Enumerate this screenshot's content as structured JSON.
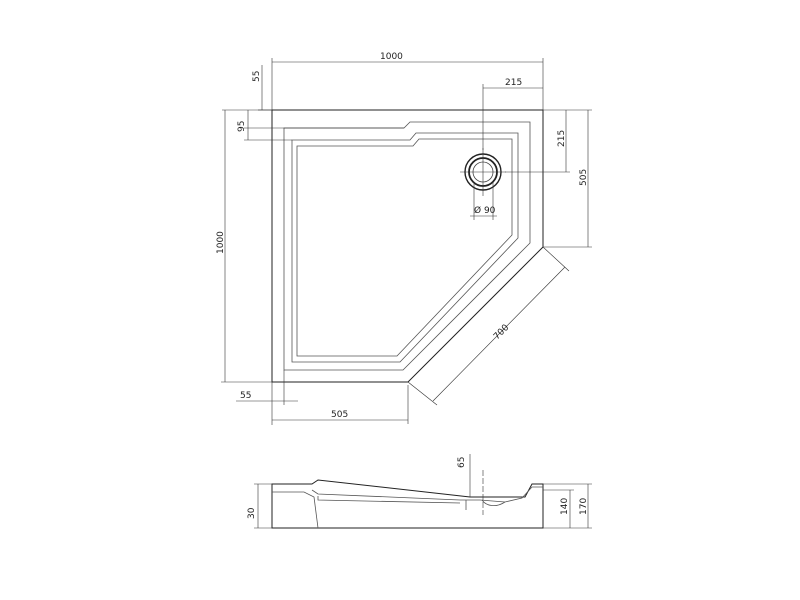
{
  "plan_view": {
    "dimensions": {
      "overall_width": "1000",
      "left_margin_top": "55",
      "drain_offset_x": "215",
      "inner_step": "95",
      "drain_offset_y": "215",
      "right_side": "505",
      "overall_height": "1000",
      "diagonal": "700",
      "left_margin_bottom": "55",
      "bottom_side": "505",
      "drain_diameter": "Ø 90"
    }
  },
  "section_view": {
    "dimensions": {
      "depth_65": "65",
      "rim_30": "30",
      "height_140": "140",
      "height_170": "170"
    }
  }
}
